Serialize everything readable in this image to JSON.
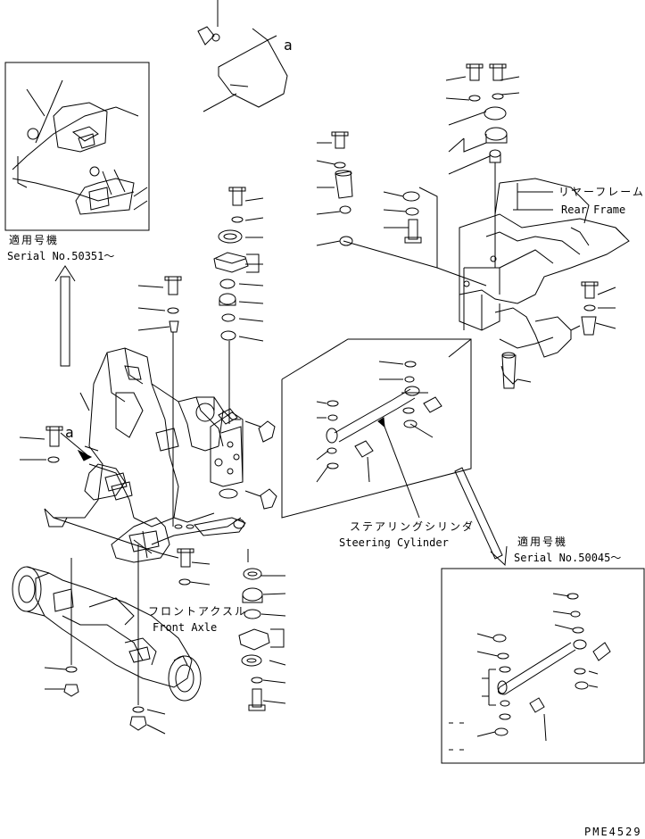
{
  "labels": {
    "ref_a_top": "a",
    "ref_a_left": "a",
    "inset1_serial_jp": "適用号機",
    "inset1_serial_en": "Serial No.50351〜",
    "inset2_serial_jp": "適用号機",
    "inset2_serial_en": "Serial No.50045〜",
    "rear_frame_jp": "リヤーフレーム",
    "rear_frame_en": "Rear Frame",
    "steering_cylinder_jp": "ステアリングシリンダ",
    "steering_cylinder_en": "Steering Cylinder",
    "front_axle_jp": "フロントアクスル",
    "front_axle_en": "Front Axle",
    "drawing_number": "PME4529"
  }
}
